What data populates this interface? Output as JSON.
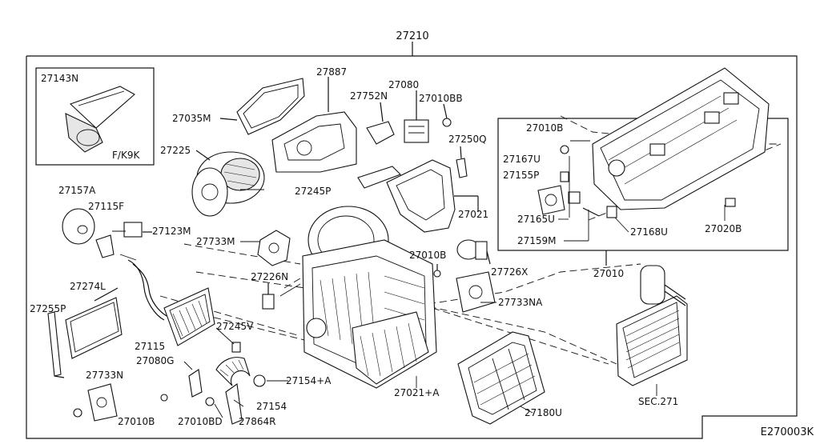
{
  "diagram_id": "E270003K",
  "assembly_label": "27210",
  "inset": {
    "part": "27143N",
    "note": "F/K9K"
  },
  "callouts": {
    "c27887": "27887",
    "c27080": "27080",
    "c27752N": "27752N",
    "c27010BB": "27010BB",
    "c27035M": "27035M",
    "c27225": "27225",
    "c27250Q": "27250Q",
    "c27245P": "27245P",
    "c27021": "27021",
    "c27157A": "27157A",
    "c27115F": "27115F",
    "c27123M": "27123M",
    "c27733M": "27733M",
    "c27010B_mid": "27010B",
    "c27726X": "27726X",
    "c27226N": "27226N",
    "c27274L": "27274L",
    "c27255P": "27255P",
    "c27733NA": "27733NA",
    "c27245V": "27245V",
    "c27115": "27115",
    "c27080G": "27080G",
    "c27733N": "27733N",
    "c27154A": "27154+A",
    "c27154": "27154",
    "c27021A": "27021+A",
    "c27180U": "27180U",
    "c27010B_bot": "27010B",
    "c27010BD": "27010BD",
    "c27864R": "27864R",
    "c27010B_right": "27010B",
    "c27167U": "27167U",
    "c27155P": "27155P",
    "c27165U": "27165U",
    "c27159M": "27159M",
    "c27168U": "27168U",
    "c27020B": "27020B",
    "c27010": "27010",
    "cSEC271": "SEC.271"
  }
}
